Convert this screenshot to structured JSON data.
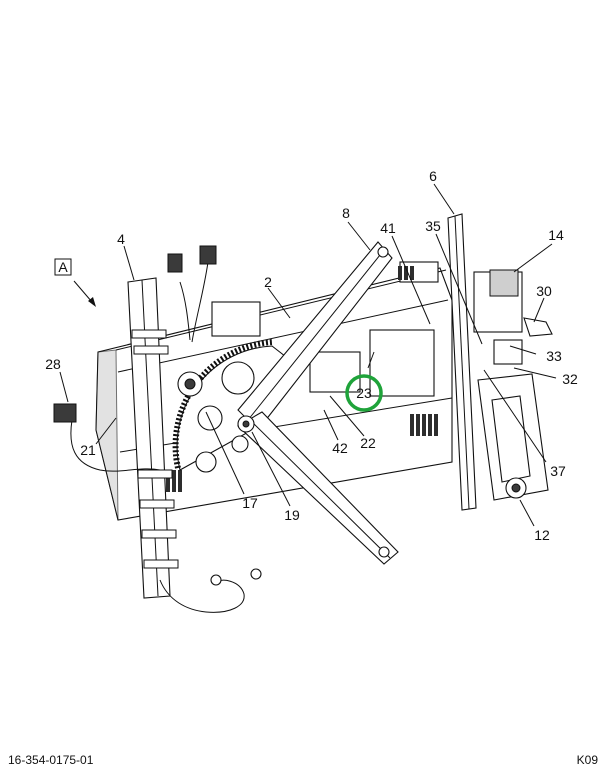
{
  "diagram": {
    "view_label": "A",
    "callouts": [
      "2",
      "4",
      "6",
      "8",
      "12",
      "14",
      "17",
      "19",
      "21",
      "22",
      "23",
      "28",
      "30",
      "32",
      "33",
      "35",
      "37",
      "41",
      "42"
    ],
    "highlighted_callout": "23",
    "highlight_color": "#1fa33a"
  },
  "footer": {
    "doc_number": "16-354-0175-01",
    "page_code": "K09"
  }
}
